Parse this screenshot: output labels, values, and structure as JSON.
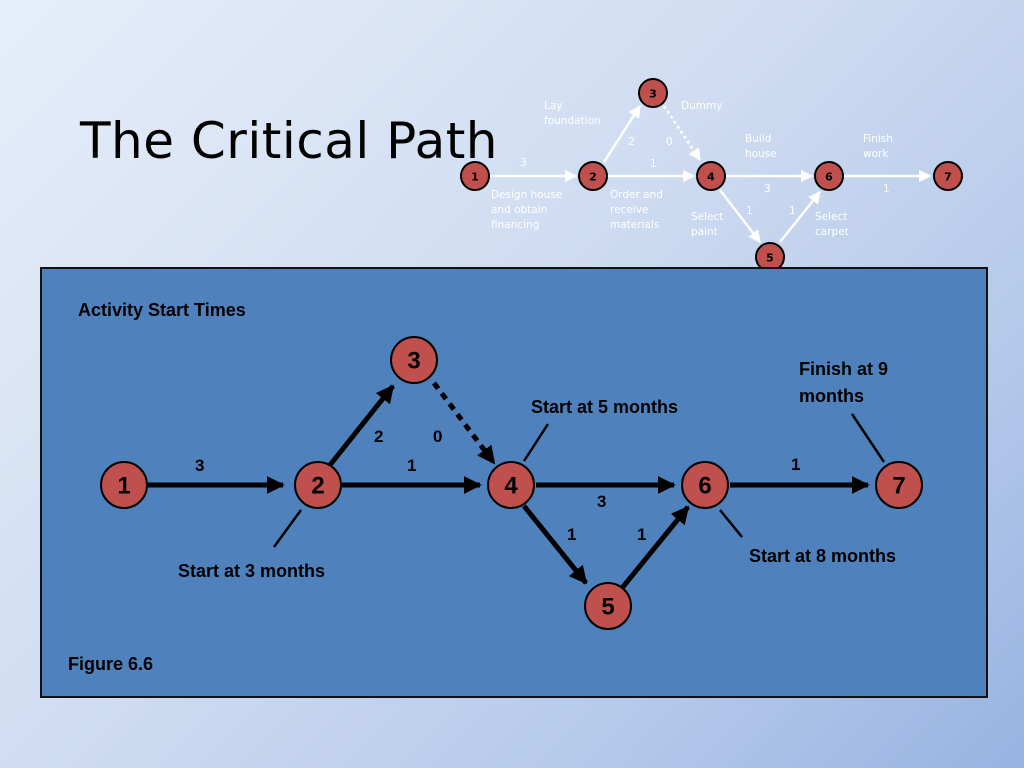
{
  "slide": {
    "title": "The Critical Path"
  },
  "mini_diagram": {
    "nodes": [
      "1",
      "2",
      "3",
      "4",
      "5",
      "6",
      "7"
    ],
    "edge_weights": {
      "e12": "3",
      "e23": "2",
      "e34": "0",
      "e24": "1",
      "e46": "3",
      "e45": "1",
      "e56": "1",
      "e67": "1"
    },
    "labels": {
      "lay_foundation": [
        "Lay",
        "foundation"
      ],
      "dummy": "Dummy",
      "build_house": [
        "Build",
        "house"
      ],
      "finish_work": [
        "Finish",
        "work"
      ],
      "design_house": [
        "Design house",
        "and obtain",
        "financing"
      ],
      "order_materials": [
        "Order and",
        "receive",
        "materials"
      ],
      "select_paint": [
        "Select",
        "paint"
      ],
      "select_carpet": [
        "Select",
        "carpet"
      ]
    }
  },
  "panel": {
    "heading": "Activity Start Times",
    "figure_caption": "Figure 6.6",
    "nodes": [
      "1",
      "2",
      "3",
      "4",
      "5",
      "6",
      "7"
    ],
    "edge_weights": {
      "e12": "3",
      "e23": "2",
      "e34": "0",
      "e24": "1",
      "e46": "3",
      "e45": "1",
      "e56": "1",
      "e67": "1"
    },
    "callouts": {
      "start_3": "Start at 3 months",
      "start_5": "Start at 5 months",
      "start_8": "Start at 8 months",
      "finish_9": [
        "Finish at 9",
        "months"
      ]
    }
  },
  "colors": {
    "node_fill": "#c0504d",
    "panel_fill": "#4f81bd",
    "mini_edge": "#ffffff",
    "main_edge": "#000000"
  }
}
